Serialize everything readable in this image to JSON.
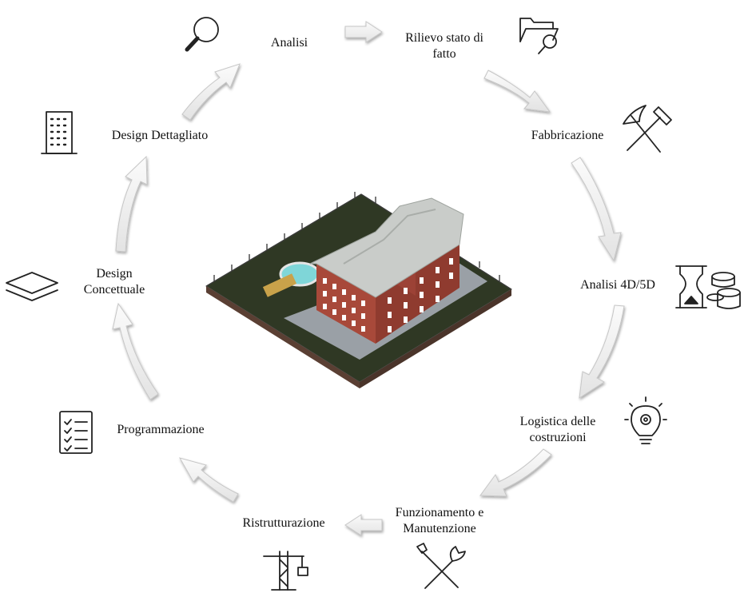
{
  "stages": [
    {
      "id": "analisi",
      "lines": [
        "Analisi"
      ],
      "icon": "magnifier-icon"
    },
    {
      "id": "rilievo",
      "lines": [
        "Rilievo stato di",
        "fatto"
      ],
      "icon": "folder-search-icon"
    },
    {
      "id": "fabbricazione",
      "lines": [
        "Fabbricazione"
      ],
      "icon": "hammer-pick-icon"
    },
    {
      "id": "analisi-4d5d",
      "lines": [
        "Analisi 4D/5D"
      ],
      "icon": "hourglass-coins-icon"
    },
    {
      "id": "logistica",
      "lines": [
        "Logistica delle",
        "costruzioni"
      ],
      "icon": "lightbulb-gear-icon"
    },
    {
      "id": "funzionamento",
      "lines": [
        "Funzionamento e",
        "Manutenzione"
      ],
      "icon": "wrench-screwdriver-icon"
    },
    {
      "id": "ristrutturazione",
      "lines": [
        "Ristrutturazione"
      ],
      "icon": "crane-icon"
    },
    {
      "id": "programmazione",
      "lines": [
        "Programmazione"
      ],
      "icon": "checklist-icon"
    },
    {
      "id": "design-concettuale",
      "lines": [
        "Design",
        "Concettuale"
      ],
      "icon": "layers-icon"
    },
    {
      "id": "design-dettagliato",
      "lines": [
        "Design Dettagliato"
      ],
      "icon": "building-icon"
    }
  ],
  "center_image": "building-model-illustration",
  "colors": {
    "arrow_fill": "#f3f3f3",
    "arrow_stroke": "#c9c9c9",
    "icon_stroke": "#222222",
    "brick": "#a8493a",
    "roof": "#c9ccc9",
    "lawn": "#2e3a22",
    "pool": "#7fd6d8"
  }
}
